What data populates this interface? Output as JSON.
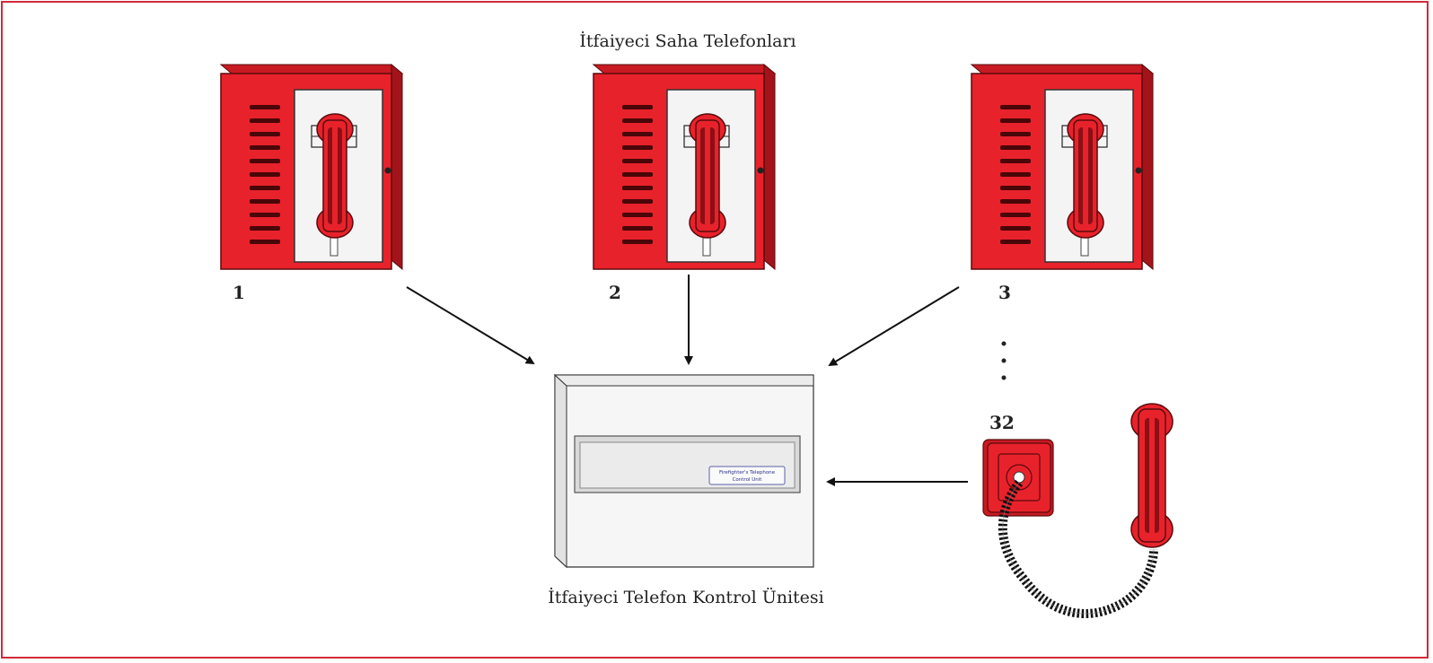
{
  "diagram": {
    "title": "İtfaiyeci Saha Telefonları",
    "control_unit_label": "İtfaiyeci Telefon Kontrol Ünitesi",
    "control_unit_badge_line1": "Firefighter's Telephone",
    "control_unit_badge_line2": "Control Unit",
    "phones": [
      {
        "number": "1"
      },
      {
        "number": "2"
      },
      {
        "number": "3"
      }
    ],
    "jack_number": "32",
    "colors": {
      "border": "#d02b3a",
      "phone_red": "#e8222b",
      "phone_dark": "#8b0f14",
      "panel": "#f4f4f4"
    }
  }
}
